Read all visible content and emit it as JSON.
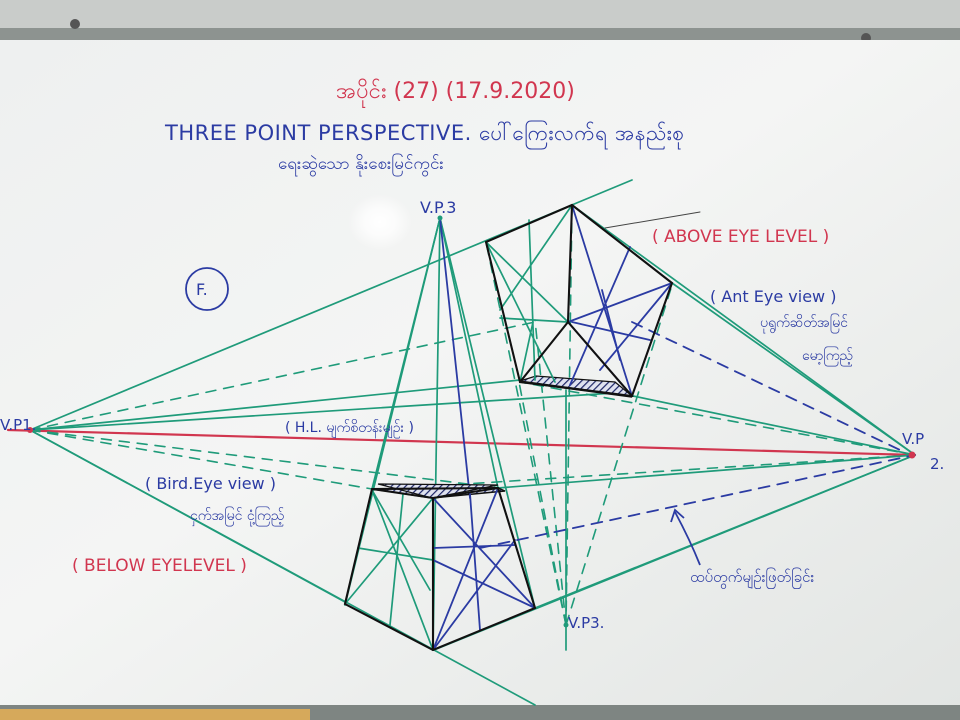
{
  "board": {
    "lesson_label": "အပိုင်း (27) (17.9.2020)",
    "title": "THREE POINT PERSPECTIVE. ပေါ်ကြေးလက်ရ အနည်းစု",
    "subtitle": "ရေးဆွဲသော နိုးစေးမြင်ကွင်း",
    "figure_label": "F.",
    "above_eye_level": "( ABOVE EYE LEVEL )",
    "ant_eye_view": "( Ant Eye view )",
    "ant_eye_view_note_1": "ပုရွက်ဆိတ်အမြင်",
    "ant_eye_view_note_2": "မော့ကြည့်",
    "bird_eye_view": "( Bird.Eye view )",
    "bird_eye_view_note": "ငှက်အမြင် ငုံ့ကြည့်",
    "below_eye_level": "( BELOW EYELEVEL )",
    "horizon_label": "( H.L. မျက်စိတန်းမျဉ်း )",
    "vp_left": "V.P1.",
    "vp_right_a": "V.P",
    "vp_right_b": "2.",
    "vp_top": "V.P.3",
    "vp_bottom": "V.P3.",
    "hidden_line_note": "ထပ်တွက်မျဉ်းဖြတ်ခြင်း"
  },
  "colors": {
    "red": "#d1364f",
    "blue": "#2b3ba3",
    "green": "#1f9b7a"
  }
}
